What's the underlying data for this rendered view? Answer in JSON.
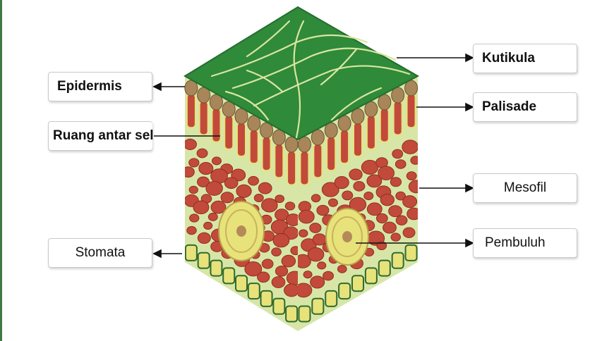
{
  "labels": {
    "kutikula": "Kutikula",
    "epidermis": "Epidermis",
    "palisade": "Palisade",
    "ruang_antar_sel": "Ruang antar sel",
    "mesofil": "Mesofil",
    "stomata": "Stomata",
    "pembuluh": "Pembuluh"
  },
  "colors": {
    "cuticle_green": "#2f8a3a",
    "vein_yellow": "#d9e6a0",
    "cell_red": "#c24a3a",
    "cell_yellow": "#e8e27a",
    "tissue_light": "#d7e6a6",
    "epidermis_brown": "#a8865a"
  }
}
